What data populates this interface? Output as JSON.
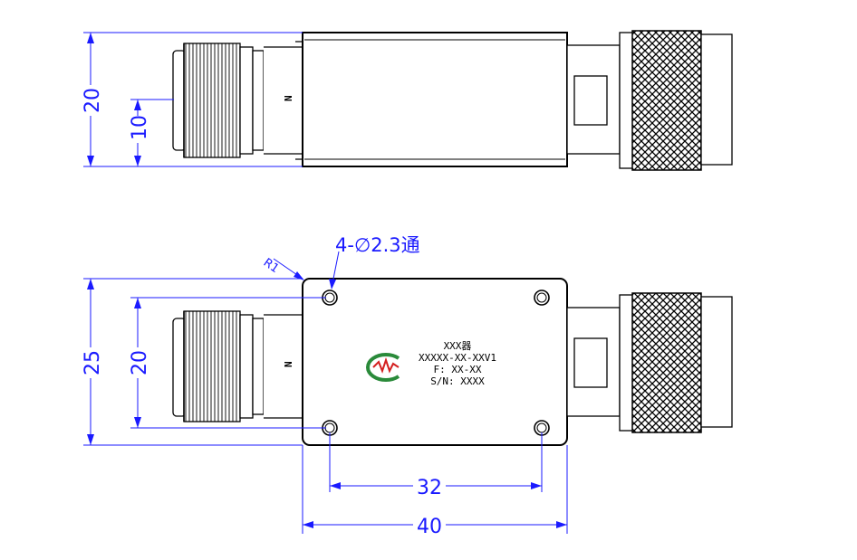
{
  "colors": {
    "dimension": "#1a1aff",
    "outline": "#000000",
    "logo_red": "#d42020",
    "logo_green": "#2a8a3a"
  },
  "top_view": {
    "connector_label": "N",
    "dim_height": "20",
    "dim_center": "10"
  },
  "bottom_view": {
    "connector_label": "N",
    "hole_note": "4-∅2.3通",
    "radius_note": "R1",
    "dim_height": "25",
    "dim_hole_spacing_v": "20",
    "dim_hole_spacing_h": "32",
    "dim_length": "40",
    "label_lines": [
      "XXX器",
      "XXXXX-XX-XXV1",
      "F: XX-XX",
      "S/N: XXXX"
    ]
  },
  "icons": [
    "company-logo-icon"
  ]
}
